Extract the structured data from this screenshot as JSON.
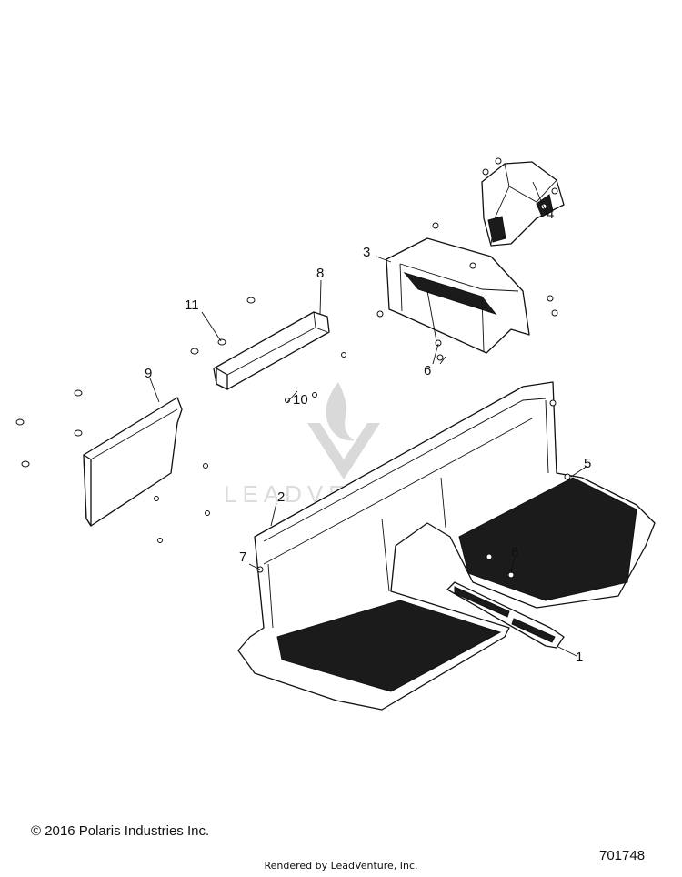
{
  "footer": {
    "copyright": "© 2016 Polaris Industries Inc.",
    "rendered_by": "Rendered by LeadVenture, Inc.",
    "doc_number": "701748"
  },
  "watermark": {
    "text": "LEADVENTURE"
  },
  "callouts": [
    "1",
    "2",
    "3",
    "4",
    "5",
    "6",
    "6",
    "7",
    "8",
    "9",
    "10",
    "11"
  ]
}
